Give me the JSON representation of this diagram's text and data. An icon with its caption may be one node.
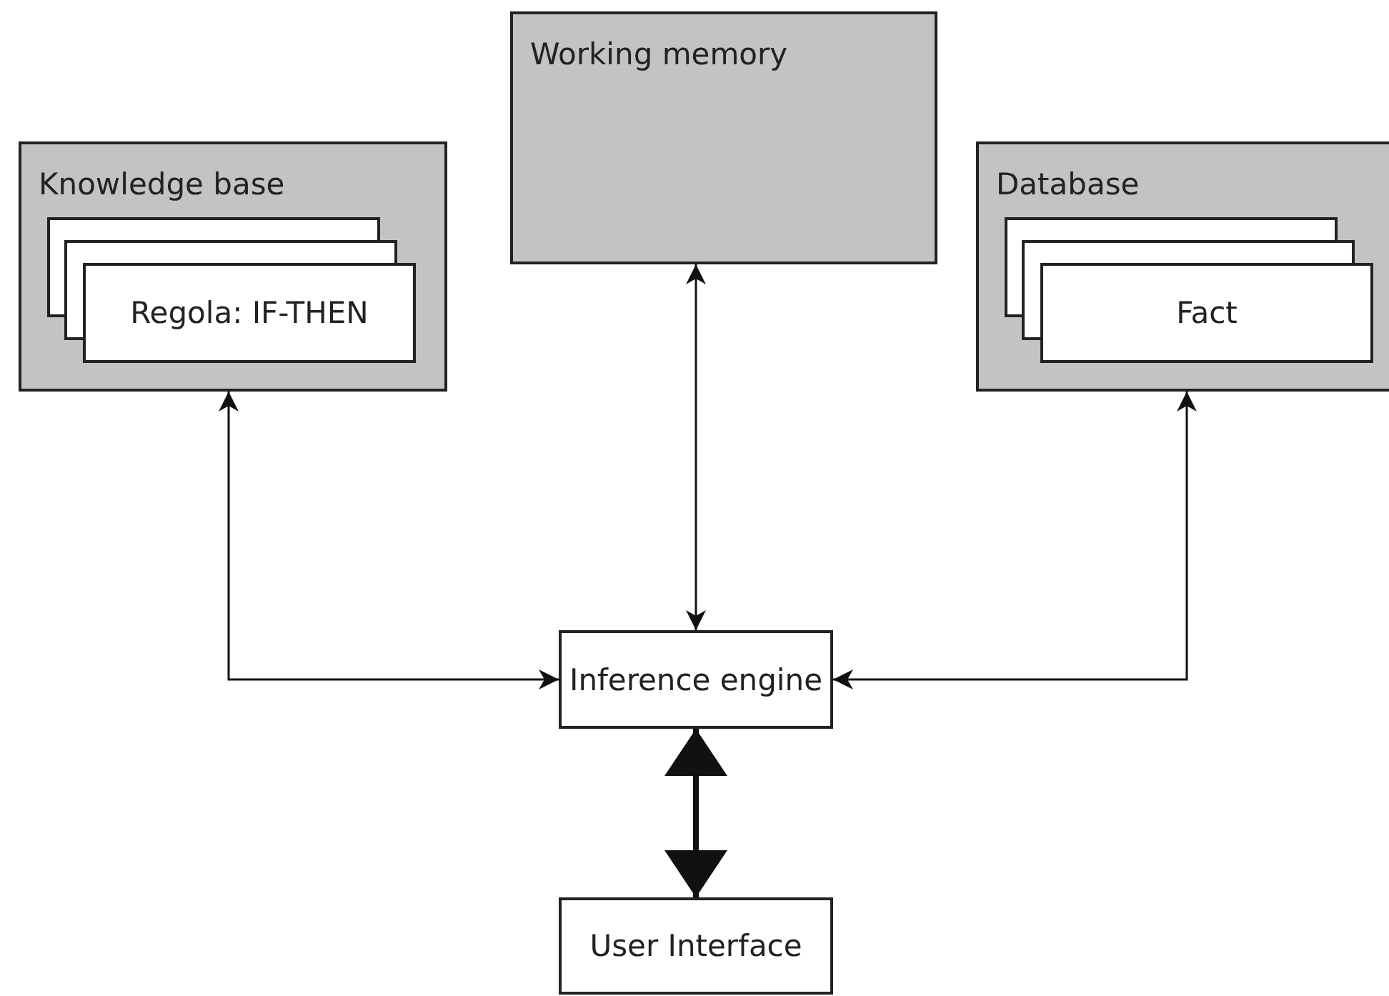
{
  "diagram": {
    "nodes": [
      {
        "text": [
          "Knowledge base"
        ]
      },
      {
        "text": [
          "Regola: IF-THEN"
        ],
        "in": 0
      },
      {
        "text": [
          "Working memory"
        ]
      },
      {
        "text": [
          "Database"
        ]
      },
      {
        "text": [
          "Fact"
        ],
        "in": 3
      },
      {
        "text": [
          "Inference engine"
        ]
      },
      {
        "text": [
          "User Interface"
        ]
      }
    ],
    "edges": [
      {
        "from": 0,
        "to": 5,
        "arrow": "both"
      },
      {
        "from": 2,
        "to": 5,
        "arrow": "both"
      },
      {
        "from": 3,
        "to": 5,
        "arrow": "both"
      },
      {
        "from": 5,
        "to": 6,
        "arrow": "both",
        "style": "thick"
      }
    ]
  }
}
